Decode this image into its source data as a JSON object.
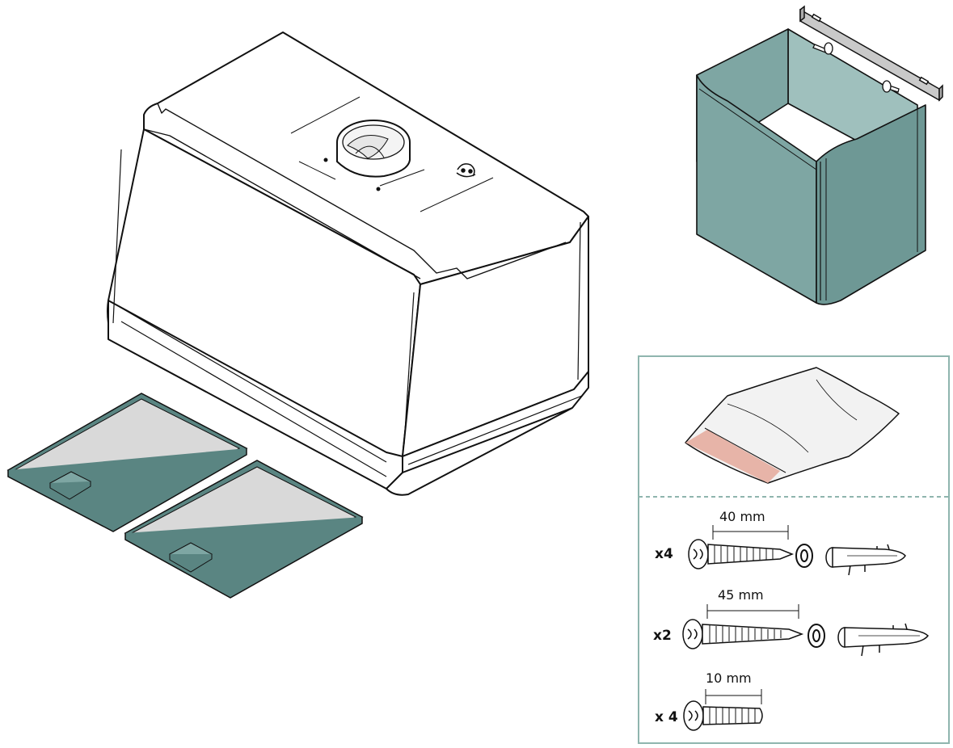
{
  "colors": {
    "teal": "#7ea6a3",
    "teal_dark": "#5a8582",
    "filter_mesh": "#d9d9d9",
    "line": "#111111",
    "box_border": "#8fb5ae"
  },
  "icons": [
    "range-hood-body",
    "chimney-cover",
    "wall-bracket",
    "grease-filter",
    "accessory-bag",
    "screw",
    "washer",
    "wall-plug"
  ],
  "kit": {
    "rows": [
      {
        "qty": "x4",
        "length": "40 mm",
        "has_washer": true,
        "has_plug": true
      },
      {
        "qty": "x2",
        "length": "45 mm",
        "has_washer": true,
        "has_plug": true
      },
      {
        "qty": "x 4",
        "length": "10 mm",
        "has_washer": false,
        "has_plug": false
      }
    ]
  }
}
